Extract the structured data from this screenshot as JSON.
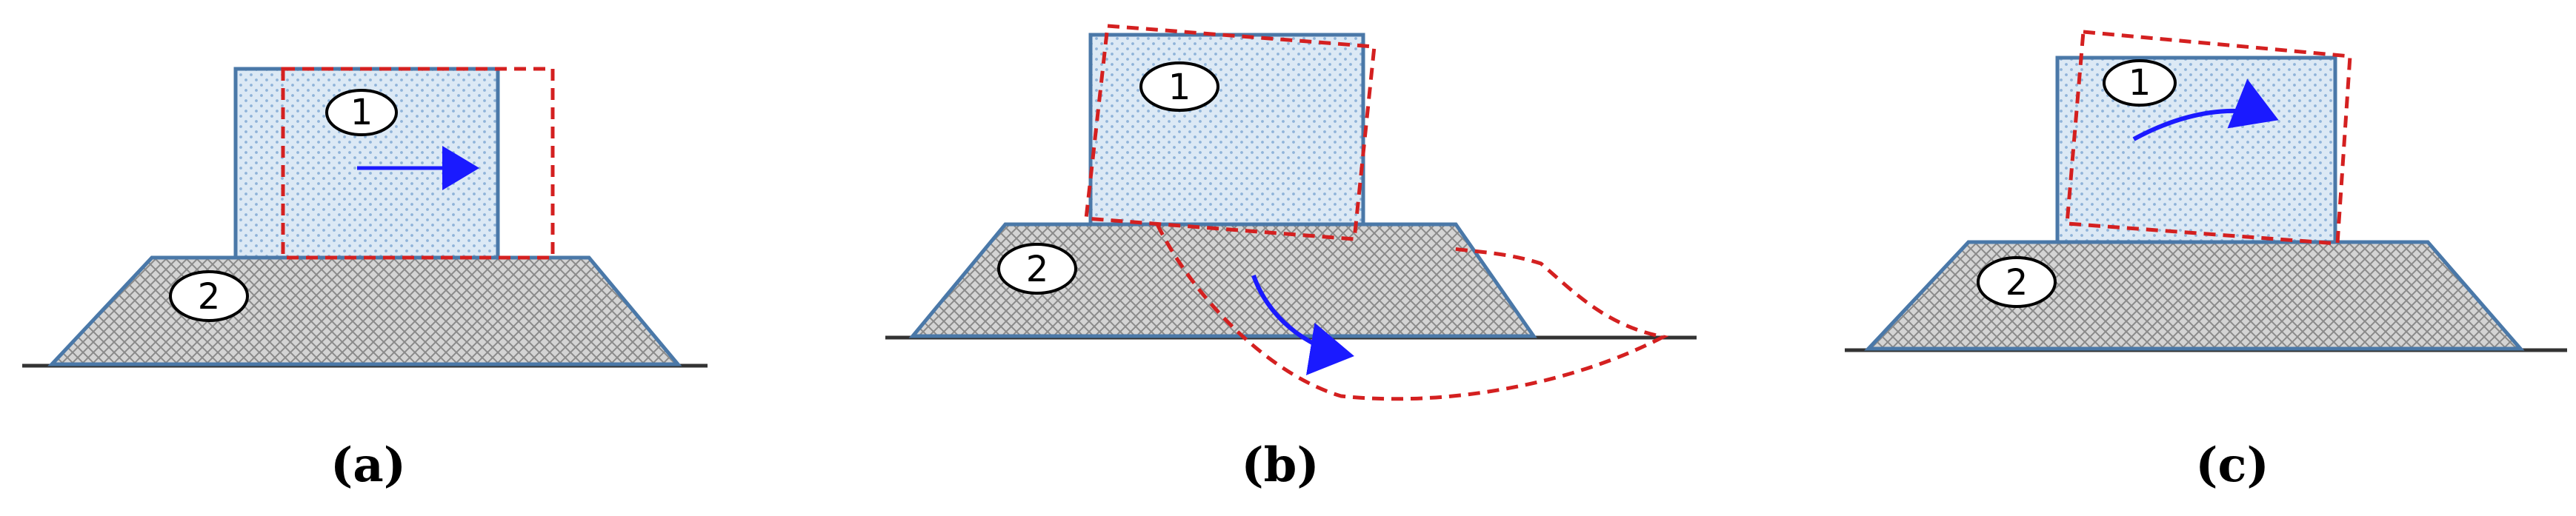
{
  "panels": [
    {
      "caption": "(a)",
      "upper_label": "1",
      "lower_label": "2"
    },
    {
      "caption": "(b)",
      "upper_label": "1",
      "lower_label": "2"
    },
    {
      "caption": "(c)",
      "upper_label": "1",
      "lower_label": "2"
    }
  ],
  "colors": {
    "block_outline": "#4a78a8",
    "block_fill": "#dce9f5",
    "block_dots": "#8fb3d9",
    "base_fill": "#d4d4d4",
    "base_hatch": "#8a8a8a",
    "base_outline": "#4a78a8",
    "ground": "#333333",
    "displaced_outline": "#d42020",
    "motion_arrow": "#1a1aff"
  },
  "icons": [
    "right-arrow-icon",
    "curved-arrow-icon"
  ]
}
